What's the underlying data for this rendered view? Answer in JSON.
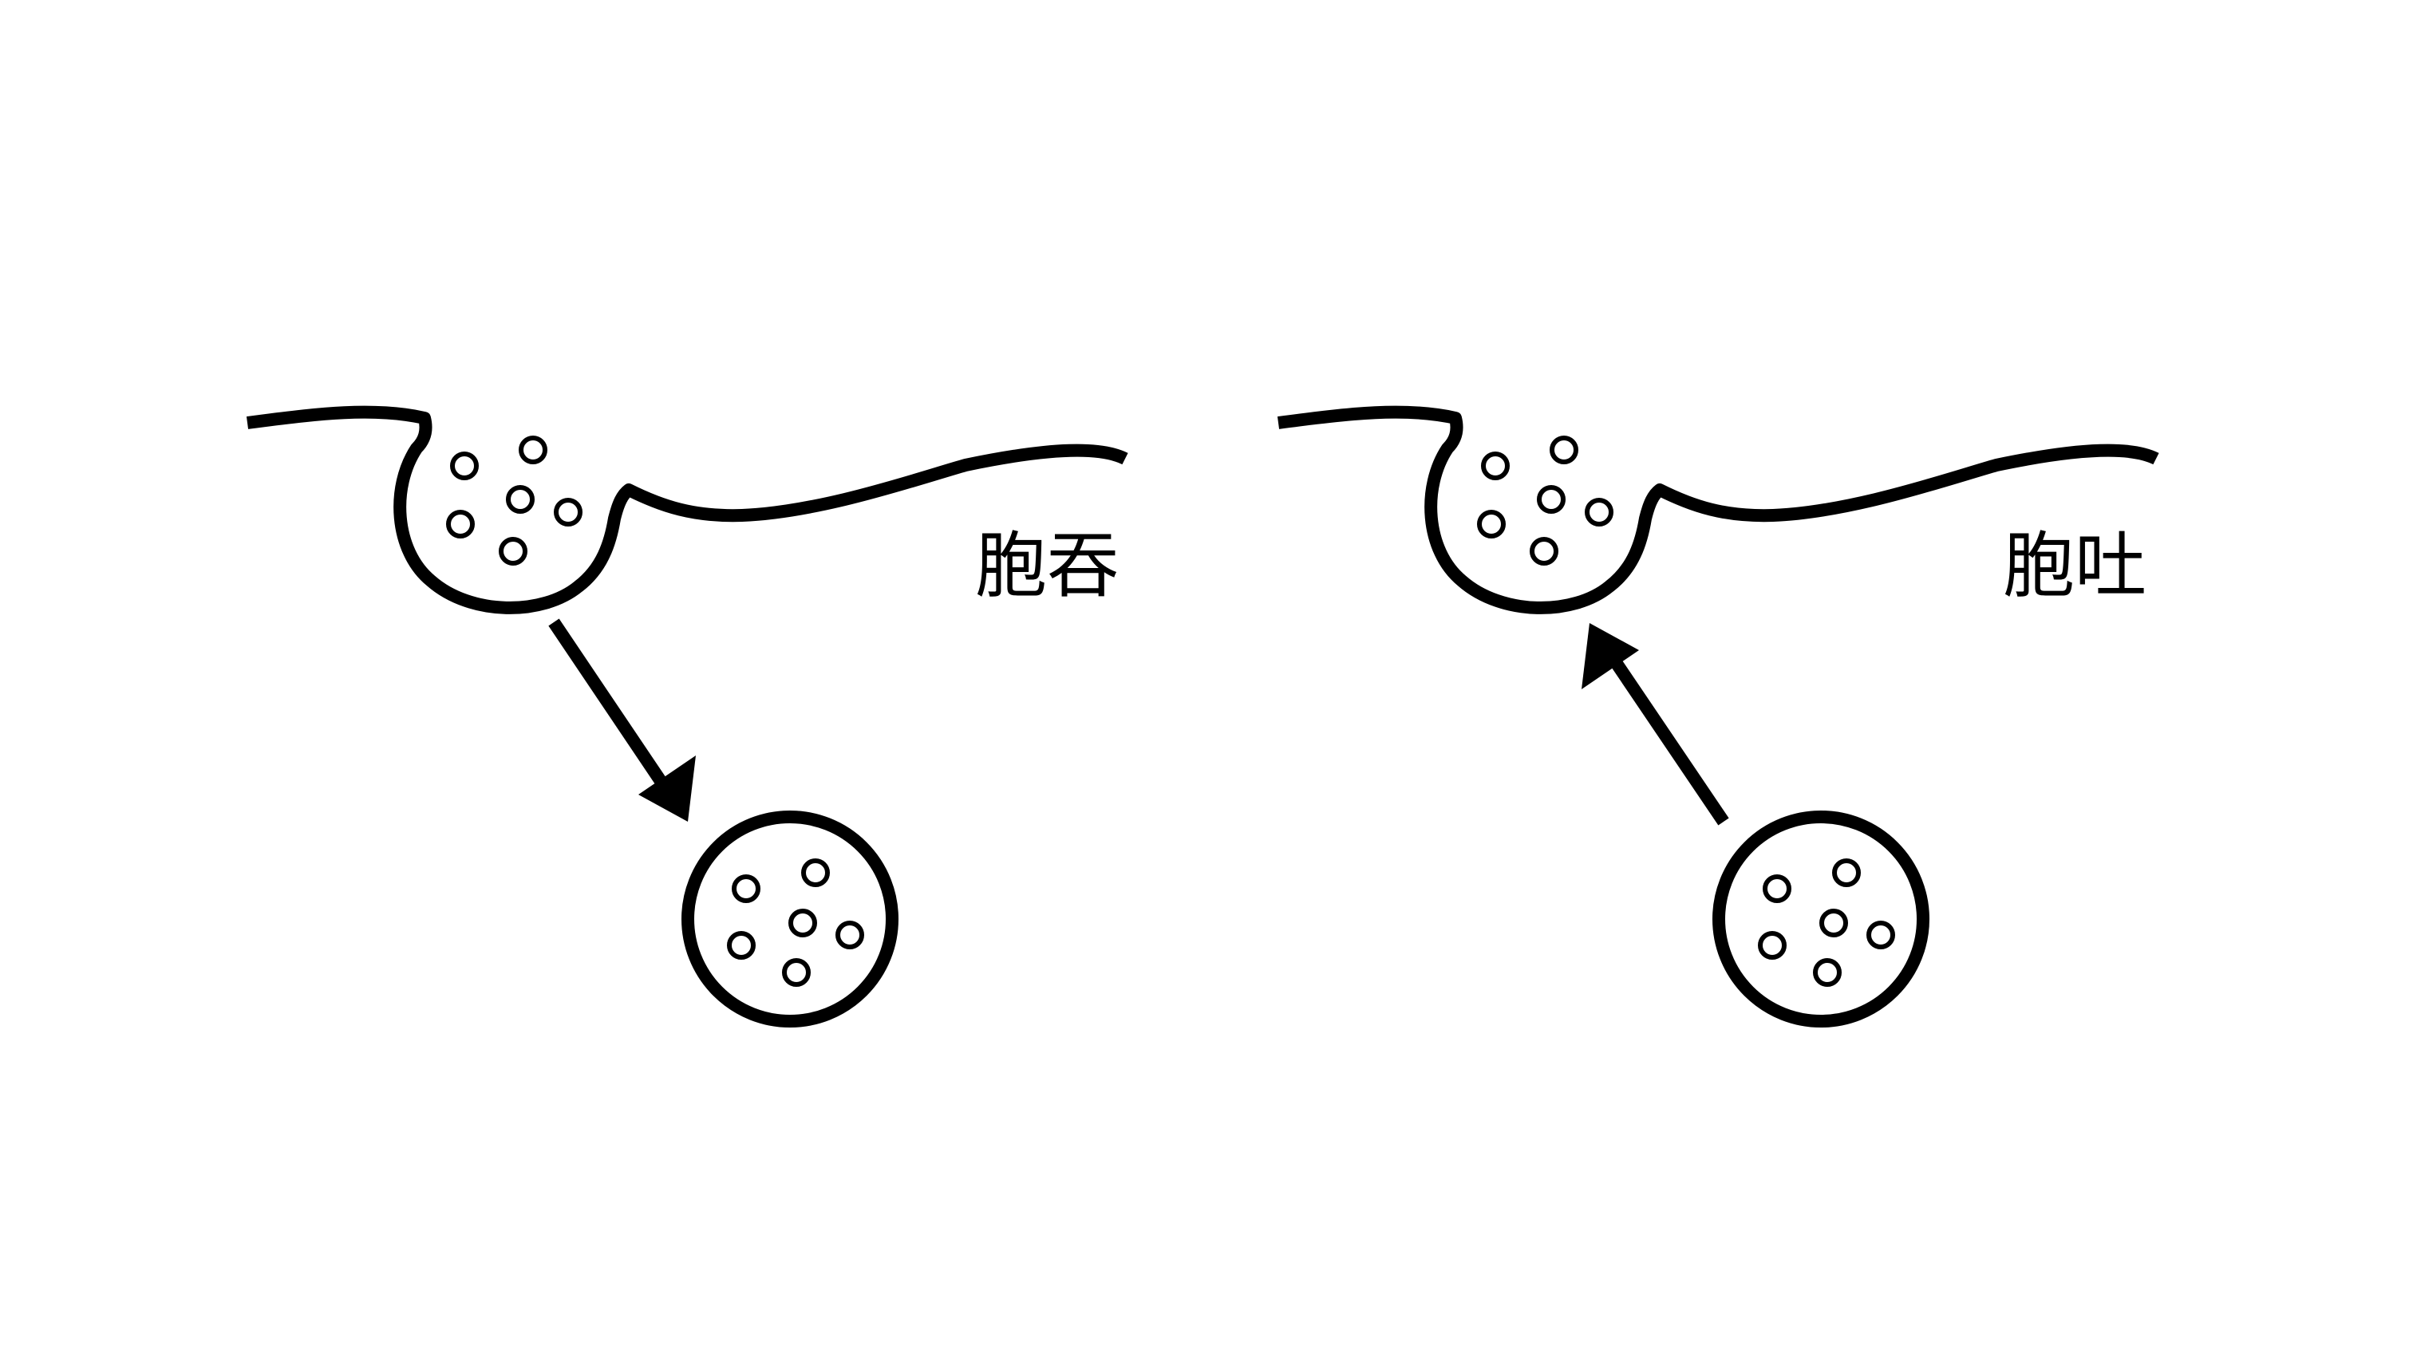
{
  "diagram": {
    "stroke_color": "#000000",
    "background_color": "#ffffff",
    "panels": [
      {
        "id": "endocytosis",
        "label": "胞吞",
        "arrow_direction": "membrane-to-vesicle"
      },
      {
        "id": "exocytosis",
        "label": "胞吐",
        "arrow_direction": "vesicle-to-membrane"
      }
    ]
  }
}
